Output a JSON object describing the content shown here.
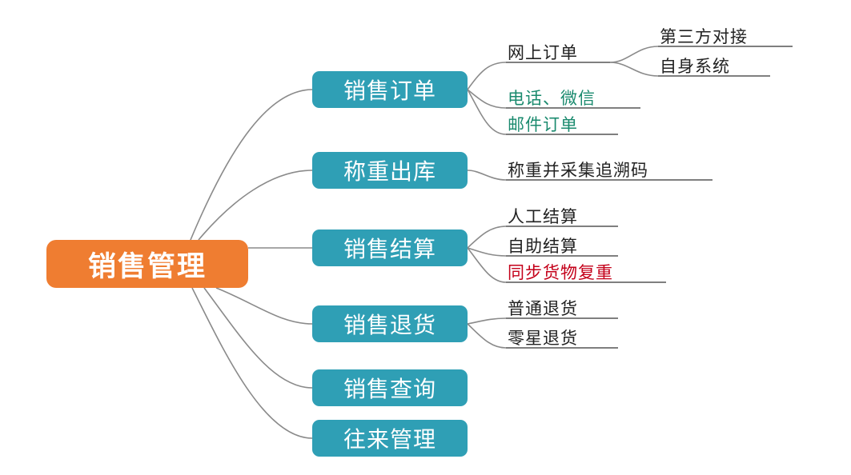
{
  "root": {
    "label": "销售管理",
    "color": "#ef7d31"
  },
  "branch_color": "#2f9fb5",
  "branches": [
    {
      "label": "销售订单",
      "leaves": [
        {
          "label": "网上订单",
          "color": "#222222",
          "children": [
            {
              "label": "第三方对接"
            },
            {
              "label": "自身系统"
            }
          ]
        },
        {
          "label": "电话、微信",
          "color": "#1a8a6e"
        },
        {
          "label": "邮件订单",
          "color": "#1a8a6e"
        }
      ]
    },
    {
      "label": "称重出库",
      "leaves": [
        {
          "label": "称重并采集追溯码",
          "color": "#222222"
        }
      ]
    },
    {
      "label": "销售结算",
      "leaves": [
        {
          "label": "人工结算",
          "color": "#222222"
        },
        {
          "label": "自助结算",
          "color": "#222222"
        },
        {
          "label": "同步货物复重",
          "color": "#c4001a"
        }
      ]
    },
    {
      "label": "销售退货",
      "leaves": [
        {
          "label": "普通退货",
          "color": "#222222"
        },
        {
          "label": "零星退货",
          "color": "#222222"
        }
      ]
    },
    {
      "label": "销售查询",
      "leaves": []
    },
    {
      "label": "往来管理",
      "leaves": []
    }
  ]
}
